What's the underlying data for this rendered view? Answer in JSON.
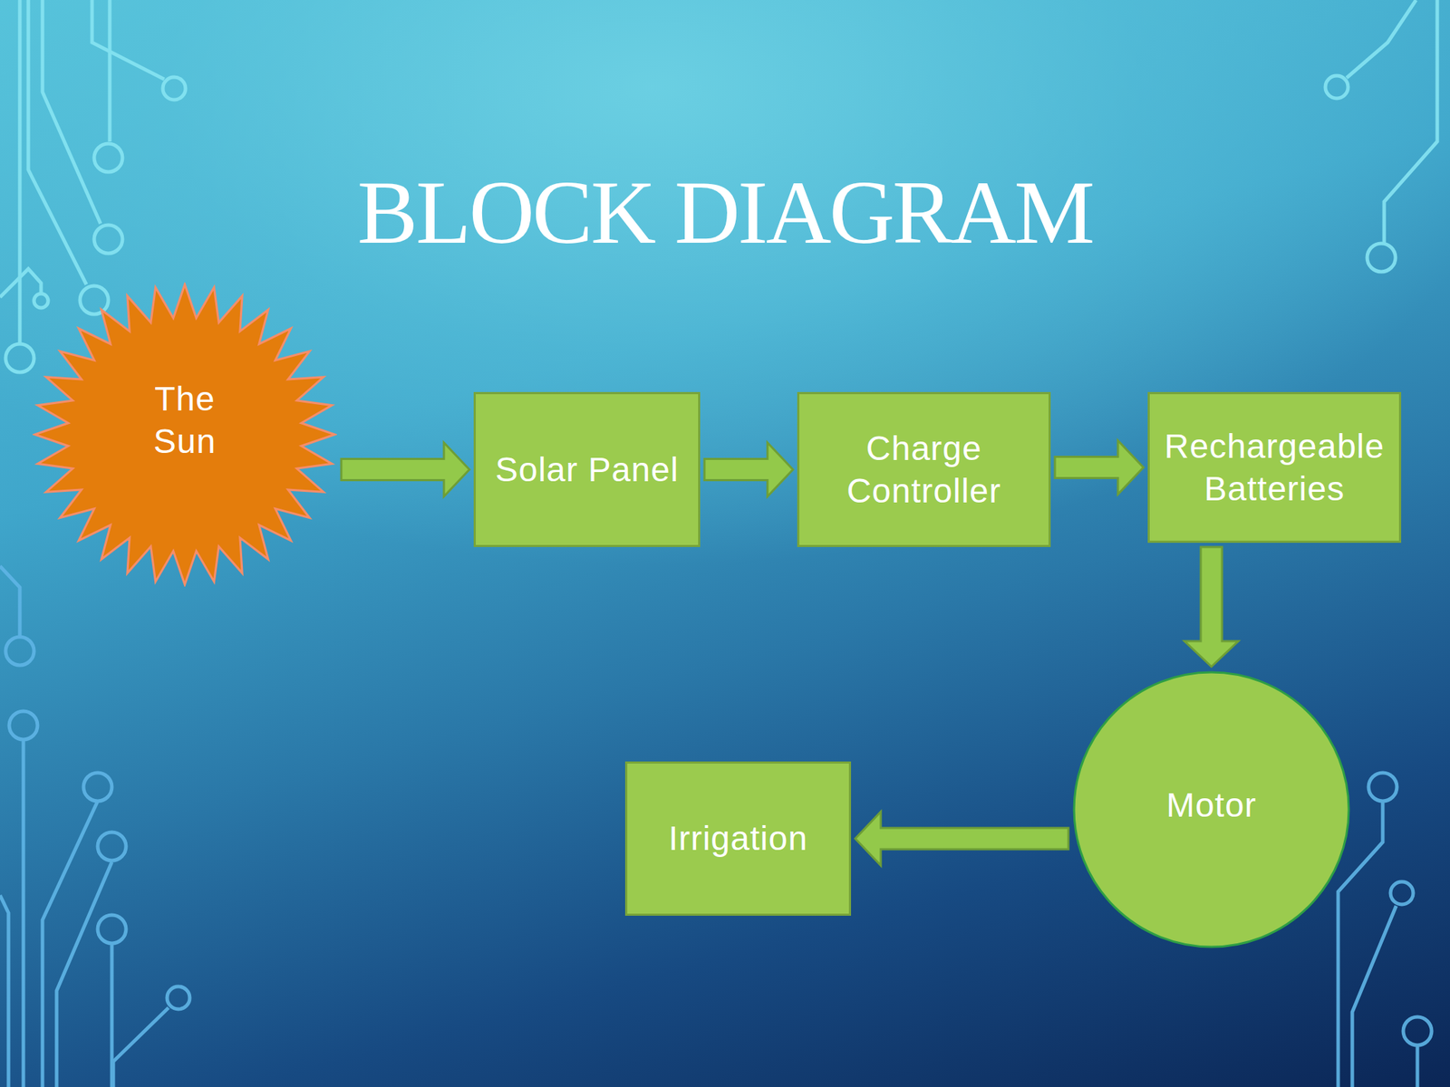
{
  "diagram": {
    "title": "BLOCK DIAGRAM",
    "nodes": [
      {
        "text": [
          "The Sun"
        ]
      },
      {
        "text": [
          "Solar Panel"
        ]
      },
      {
        "text": [
          "Charge Controller"
        ]
      },
      {
        "text": [
          "Rechargeable Batteries"
        ]
      },
      {
        "text": [
          "Motor"
        ]
      },
      {
        "text": [
          "Irrigation"
        ]
      }
    ],
    "edges": [
      {
        "from": 0,
        "to": 1,
        "arrow": "to"
      },
      {
        "from": 1,
        "to": 2,
        "arrow": "to"
      },
      {
        "from": 2,
        "to": 3,
        "arrow": "to"
      },
      {
        "from": 3,
        "to": 4,
        "arrow": "to"
      },
      {
        "from": 4,
        "to": 5,
        "arrow": "to"
      }
    ]
  }
}
